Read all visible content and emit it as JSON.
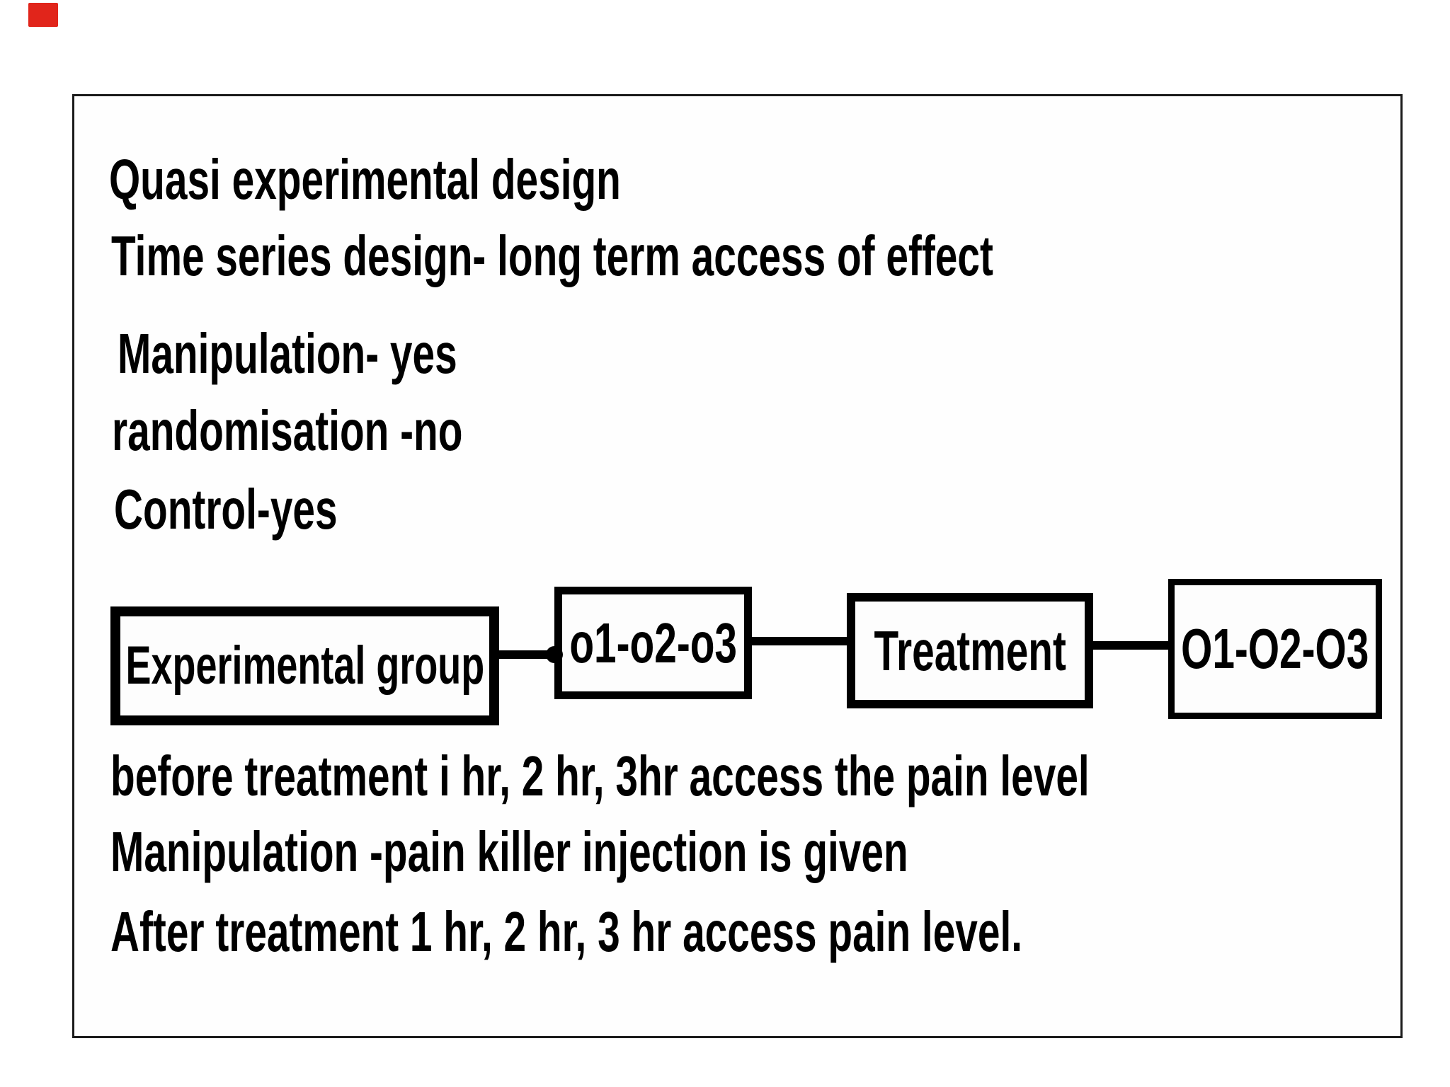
{
  "colors": {
    "marker_red": "#e1251b",
    "ink": "#000000"
  },
  "annotation": {
    "marker": "red-rectangle-top-left"
  },
  "slide": {
    "header_lines": [
      "Quasi experimental design",
      "Time series design- long term access of effect"
    ],
    "attribute_lines": [
      "Manipulation- yes",
      "randomisation -no",
      "Control-yes"
    ],
    "flow": {
      "boxes": [
        {
          "label": "Experimental group"
        },
        {
          "label": "o1-o2-o3"
        },
        {
          "label": "Treatment"
        },
        {
          "label": "O1-O2-O3"
        }
      ]
    },
    "notes_lines": [
      "before treatment i hr, 2 hr, 3hr access the pain level",
      "Manipulation -pain killer injection is given",
      "After treatment 1 hr, 2 hr, 3 hr access pain level."
    ]
  }
}
